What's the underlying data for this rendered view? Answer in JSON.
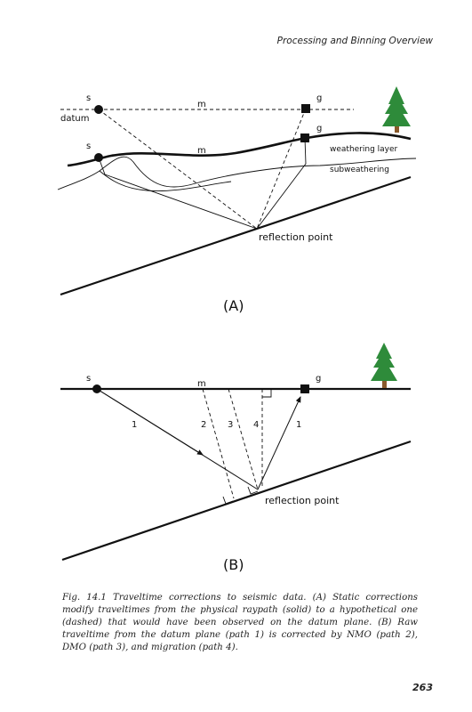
{
  "header": {
    "running_title": "Processing and Binning Overview"
  },
  "figure_a": {
    "label_s_datum": "s",
    "label_m_datum": "m",
    "label_g_datum": "g",
    "label_datum": "datum",
    "label_s_surface": "s",
    "label_m_surface": "m",
    "label_g_surface": "g",
    "label_weathering": "weathering layer",
    "label_subweathering": "subweathering",
    "label_reflection": "reflection point",
    "panel": "(A)"
  },
  "figure_b": {
    "label_s": "s",
    "label_m": "m",
    "label_g": "g",
    "path_1_left": "1",
    "path_2": "2",
    "path_3": "3",
    "path_4": "4",
    "path_1_right": "1",
    "label_reflection": "reflection point",
    "panel": "(B)"
  },
  "caption": "Fig. 14.1 Traveltime corrections to seismic data. (A) Static corrections modify traveltimes from the physical raypath (solid) to a hypothetical one (dashed) that would have been observed on the datum plane. (B) Raw traveltime from the datum plane (path 1) is corrected by NMO (path 2), DMO (path 3), and migration (path 4).",
  "page_number": "263",
  "colors": {
    "tree_green": "#2e8b3a",
    "tree_trunk": "#8a5a2b",
    "ink": "#111111"
  }
}
